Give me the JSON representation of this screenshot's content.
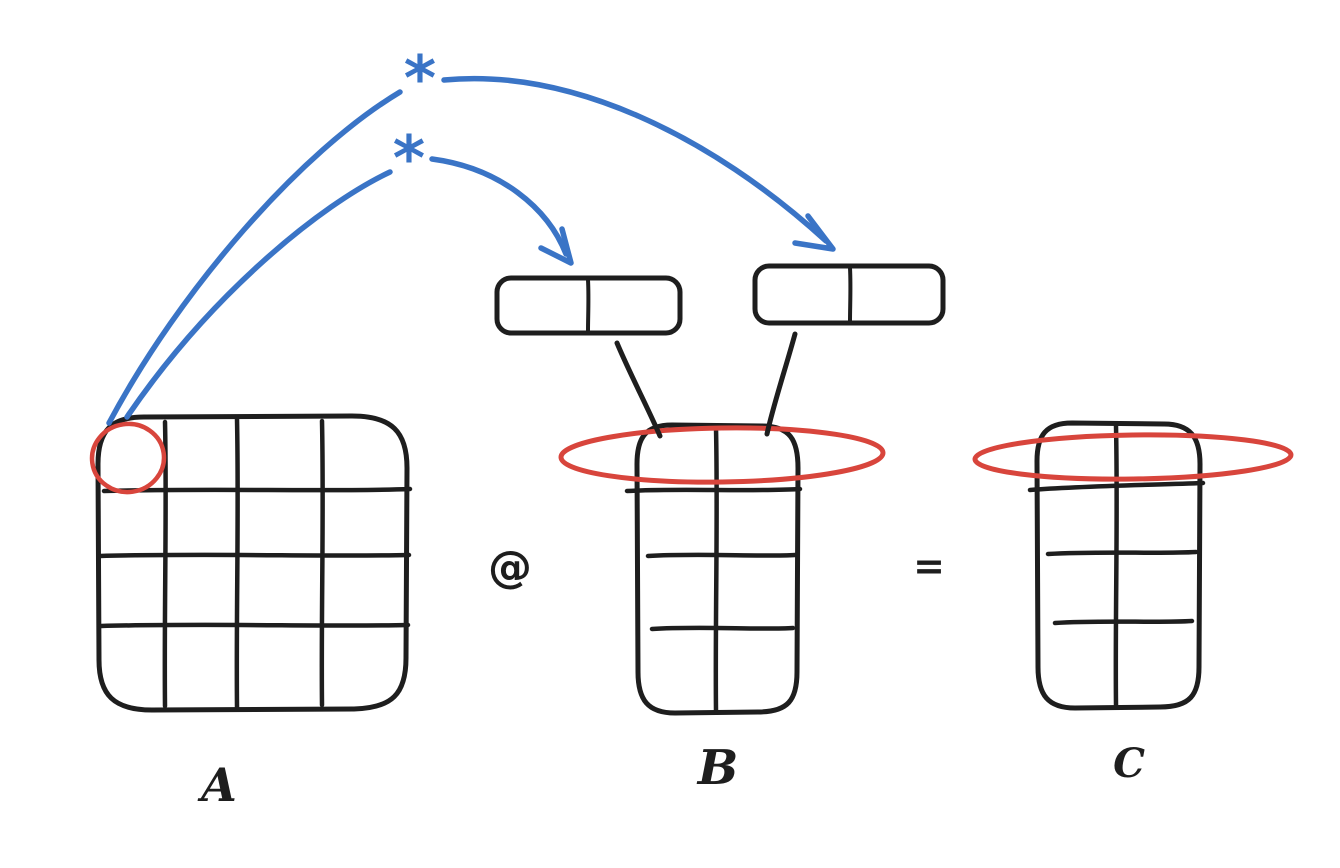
{
  "colors": {
    "background": "#ffffff",
    "ink": "#1e1e1e",
    "blue": "#3a74c6",
    "red": "#d8453c"
  },
  "labels": {
    "matrix_a": "A",
    "matrix_b": "B",
    "matrix_c": "C"
  },
  "symbols": {
    "matmul_operator": "@",
    "equals_operator": "=",
    "multiply_top": "*",
    "multiply_bottom": "*"
  },
  "matrices": {
    "a": {
      "label": "A",
      "rows": 4,
      "cols": 4,
      "highlight": "top-left cell circled red"
    },
    "b": {
      "label": "B",
      "rows": 4,
      "cols": 2,
      "highlight": "first row circled red"
    },
    "c": {
      "label": "C",
      "rows": 4,
      "cols": 2,
      "highlight": "first row circled red"
    }
  },
  "row_vectors": {
    "count": 2,
    "cells_each": 2,
    "meaning": "scaled rows of B produced by multiplying with cell of A"
  }
}
